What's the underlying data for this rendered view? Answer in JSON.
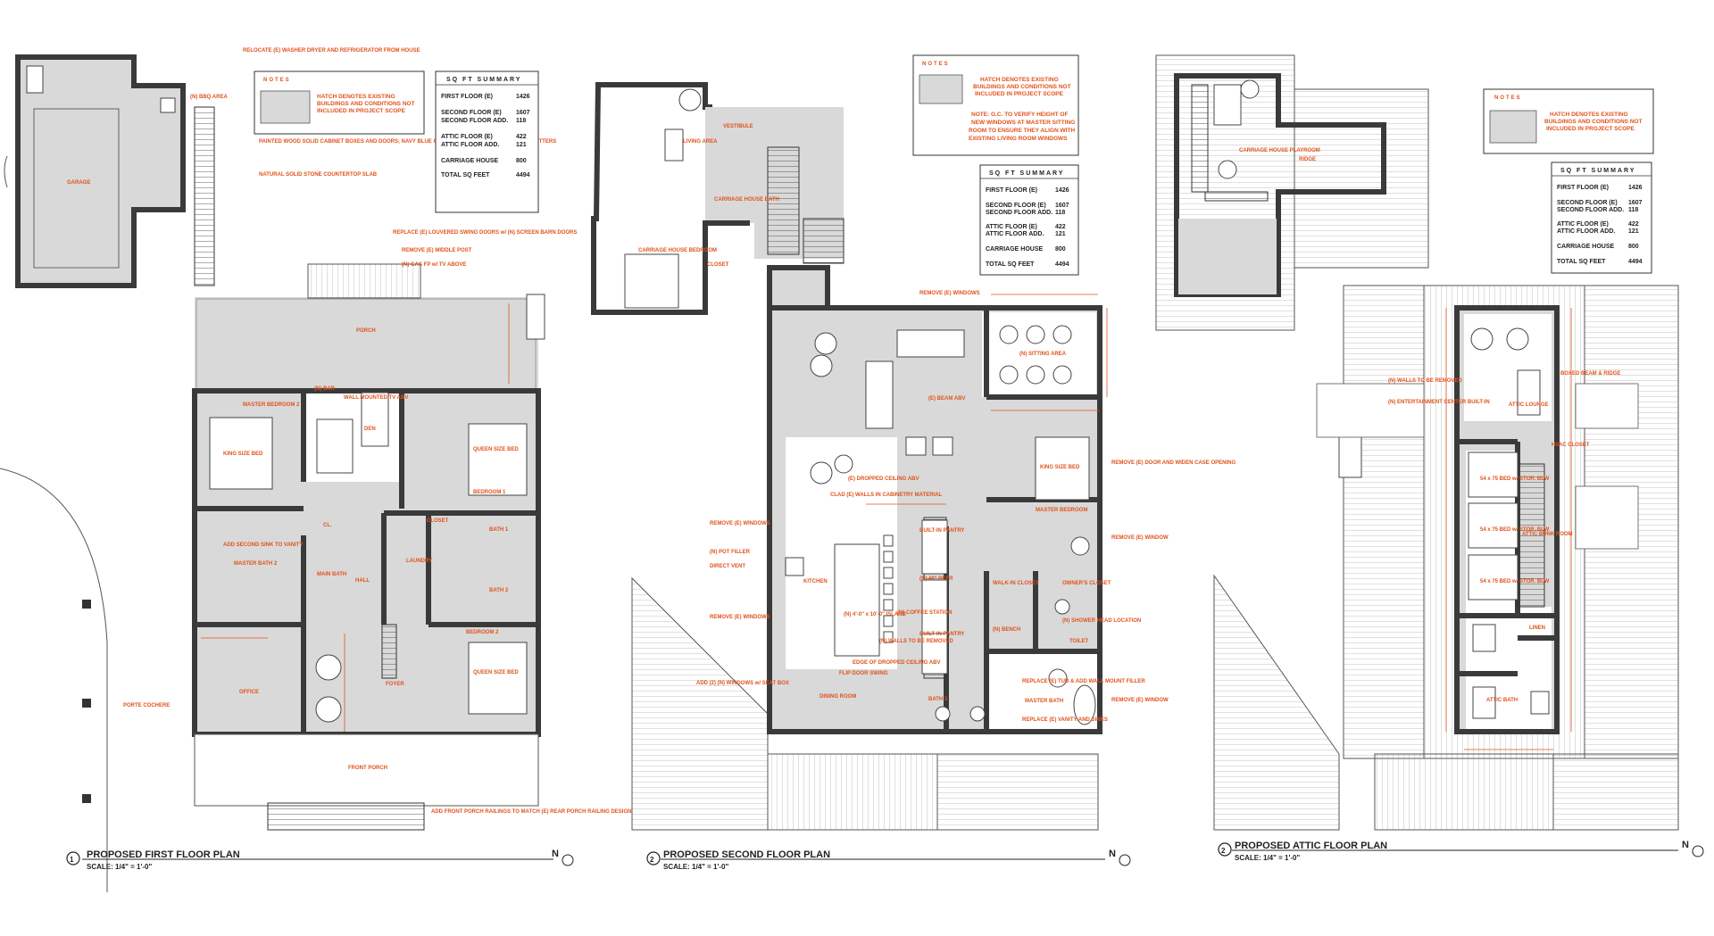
{
  "plans": [
    {
      "number": "1",
      "title": "PROPOSED FIRST FLOOR PLAN",
      "scale": "SCALE: 1/4\" = 1'-0\""
    },
    {
      "number": "2",
      "title": "PROPOSED SECOND FLOOR PLAN",
      "scale": "SCALE: 1/4\" = 1'-0\""
    },
    {
      "number": "2",
      "title": "PROPOSED ATTIC FLOOR PLAN",
      "scale": "SCALE: 1/4\" = 1'-0\""
    }
  ],
  "notes": {
    "heading": "NOTES",
    "hatch_note": [
      "HATCH DENOTES EXISTING",
      "BUILDINGS AND CONDITIONS NOT",
      "INCLUDED IN PROJECT SCOPE"
    ],
    "gc_note": [
      "NOTE: G.C. TO VERIFY HEIGHT OF",
      "NEW WINDOWS AT MASTER SITTING",
      "ROOM TO ENSURE THEY ALIGN WITH",
      "EXISTING LIVING ROOM WINDOWS"
    ]
  },
  "sqft_summary": {
    "heading": "SQ FT SUMMARY",
    "rows": [
      {
        "label": "FIRST FLOOR (E)",
        "value": "1426"
      },
      {
        "label": "SECOND FLOOR (E)",
        "value": "1607"
      },
      {
        "label": "SECOND FLOOR ADD.",
        "value": "118"
      },
      {
        "label": "ATTIC FLOOR (E)",
        "value": "422"
      },
      {
        "label": "ATTIC FLOOR ADD.",
        "value": "121"
      },
      {
        "label": "CARRIAGE HOUSE",
        "value": "800"
      },
      {
        "label": "TOTAL SQ FEET",
        "value": "4494"
      }
    ]
  },
  "north": "N",
  "rooms_first": {
    "garage": "GARAGE",
    "porch": "PORCH",
    "master2": "MASTER BEDROOM 2",
    "den": "DEN",
    "bedroom1": "BEDROOM 1",
    "bedroom2": "BEDROOM 2",
    "hall": "HALL",
    "foyer": "FOYER",
    "office": "OFFICE",
    "front_porch": "FRONT PORCH",
    "porte": "PORTE COCHERE",
    "bath1": "BATH 1",
    "bath2": "BATH 2",
    "main_bath": "MAIN BATH",
    "master_bath2": "MASTER BATH 2",
    "laundry": "LAUNDRY",
    "closet": "CLOSET",
    "queen1": "QUEEN SIZE BED",
    "queen2": "QUEEN SIZE BED",
    "king": "KING SIZE BED",
    "bbq": "(N) BBQ AREA",
    "cl": "CL."
  },
  "notes_first": [
    "RELOCATE (E) WASHER DRYER AND REFRIGERATOR FROM HOUSE",
    "PAINTED WOOD SOLID CABINET BOXES AND DOORS; NAVY BLUE COLOR TO MATCH EXISTING HOME SHUTTERS",
    "NATURAL SOLID STONE COUNTERTOP SLAB",
    "REPLACE (E) LOUVERED SWING DOORS w/ (N) SCREEN BARN DOORS",
    "REMOVE (E) MIDDLE POST",
    "(N) GAS FP w/ TV ABOVE",
    "(N) BAR",
    "WALL MOUNTED TV ABV",
    "ADD SECOND SINK TO VANITY",
    "ADD FRONT PORCH RAILINGS TO MATCH (E) REAR PORCH RAILING DESIGN"
  ],
  "rooms_second": {
    "living": "LIVING AREA",
    "vestibule": "VESTIBULE",
    "ch_bath": "CARRIAGE HOUSE BATH",
    "ch_bedroom": "CARRIAGE HOUSE BEDROOM",
    "closet": "CLOSET",
    "beam": "(E) BEAM ABV",
    "sitting": "(N) SITTING AREA",
    "kitchen": "KITCHEN",
    "dining": "DINING ROOM",
    "master": "MASTER BEDROOM",
    "master_bath": "MASTER BATH",
    "walkin": "WALK-IN CLOSET",
    "owners": "OWNER'S CLOSET",
    "bath3": "BATH 3",
    "toilet": "TOILET",
    "king": "KING SIZE BED",
    "pantry1": "BUILT-IN PANTRY",
    "pantry2": "BUILT-IN PANTRY",
    "coffee": "(N) COFFEE STATION",
    "fridge": "(N) 48\" REFR",
    "island": "(N) 4'-0\" x 10'-0\" ISLAND"
  },
  "notes_second": [
    "REMOVE (E) WINDOWS",
    "REMOVE (E) DOOR AND WIDEN CASE OPENING",
    "REMOVE (E) WINDOW",
    "REMOVE (E) WINDOWS",
    "(N) POT FILLER",
    "DIRECT VENT",
    "REMOVE (E) WINDOWS",
    "ADD (2) (N) WINDOWS w/ SEAT BOX",
    "CLAD (E) WALLS IN CABINETRY MATERIAL",
    "(E) DROPPED CEILING ABV",
    "(N) WALLS TO BE REMOVED",
    "EDGE OF DROPPED CEILING ABV",
    "FLIP DOOR SWING",
    "REPLACE (E) TUB & ADD WALL MOUNT FILLER",
    "REPLACE (E) VANITY AND SINKS",
    "REMOVE (E) WINDOW",
    "(N) SHOWER HEAD LOCATION",
    "(N) BENCH"
  ],
  "rooms_attic": {
    "playroom": "CARRIAGE HOUSE PLAYROOM",
    "lounge": "ATTIC LOUNGE",
    "bunk": "ATTIC BUNK ROOM",
    "bath": "ATTIC BATH",
    "linen": "LINEN",
    "hvac": "HVAC CLOSET",
    "ridge": "RIDGE",
    "bunk1": "54 x 75 BED w/ STOR. BLW",
    "bunk2": "54 x 75 BED w/ STOR. BLW",
    "bunk3": "54 x 75 BED w/ STOR. BLW"
  },
  "notes_attic": [
    "(N) WALLS TO BE REMOVED",
    "(N) ENTERTAINMENT CENTER BUILT-IN",
    "BOXED BEAM & RIDGE"
  ]
}
